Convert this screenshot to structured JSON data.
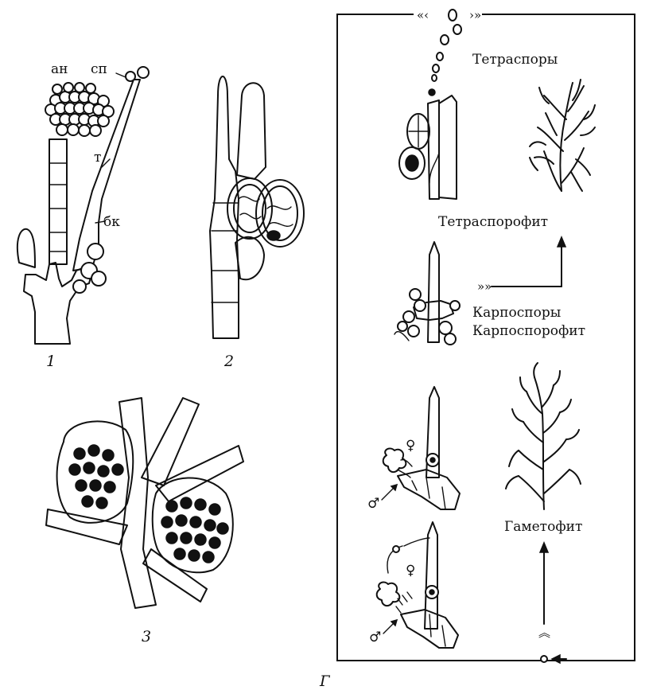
{
  "figure1": {
    "number": "1",
    "labels": {
      "antheridia": "ан",
      "spermatium": "сп",
      "trichogyne": "т",
      "carpogonial_branch": "бк"
    }
  },
  "figure2": {
    "number": "2"
  },
  "figure3": {
    "number": "3"
  },
  "figure_g": {
    "letter": "Г",
    "stages": {
      "tetraspores": "Тетраспоры",
      "tetrasporophyte": "Тетраспорофит",
      "carpospores": "Карпоспоры",
      "carposporophyte": "Карпоспорофит",
      "gametophyte": "Гаметофит"
    },
    "symbols": {
      "female": "♀",
      "male": "♂"
    }
  }
}
